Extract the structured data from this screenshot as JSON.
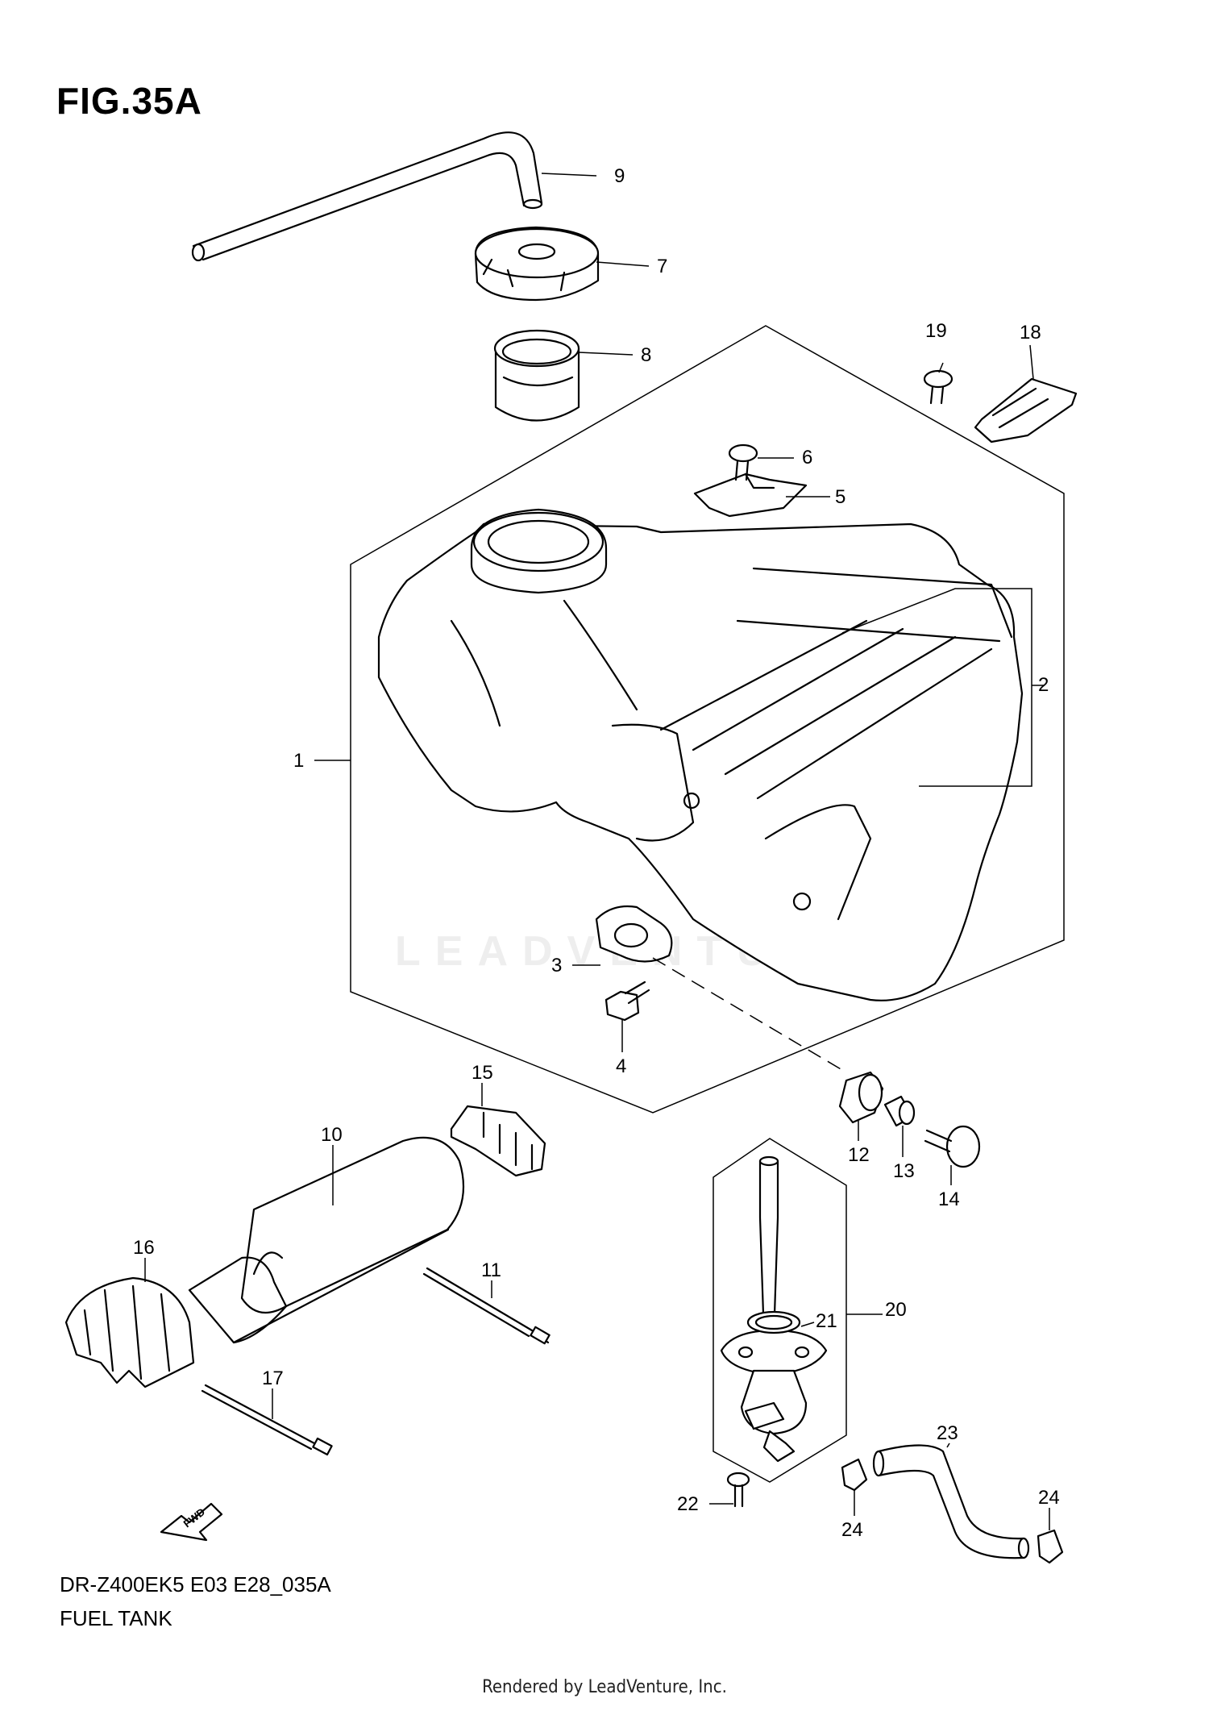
{
  "figure": {
    "title": "FIG.35A"
  },
  "watermark": "LEADVENTURE",
  "callouts": {
    "c1": "1",
    "c2": "2",
    "c3": "3",
    "c4": "4",
    "c5": "5",
    "c6": "6",
    "c7": "7",
    "c8": "8",
    "c9": "9",
    "c10": "10",
    "c11": "11",
    "c12": "12",
    "c13": "13",
    "c14": "14",
    "c15": "15",
    "c16": "16",
    "c17": "17",
    "c18": "18",
    "c19": "19",
    "c20": "20",
    "c21": "21",
    "c22": "22",
    "c23": "23",
    "c24a": "24",
    "c24b": "24"
  },
  "fwd_label": "FWD",
  "caption": {
    "model": "DR-Z400EK5 E03 E28_035A",
    "name": "FUEL TANK"
  },
  "footer": "Rendered by LeadVenture, Inc."
}
